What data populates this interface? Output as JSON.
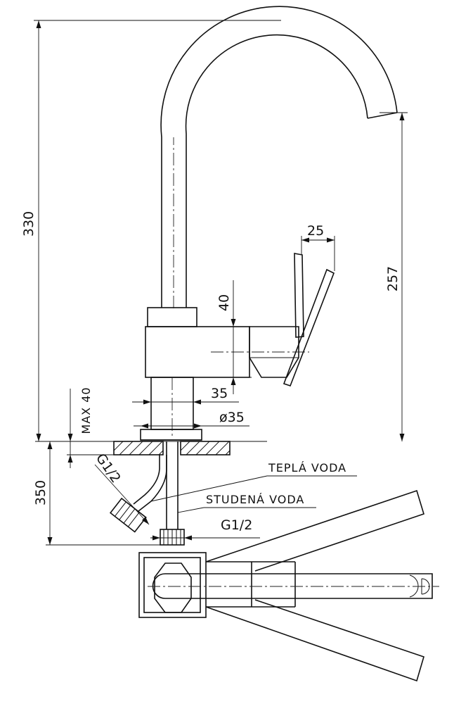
{
  "drawing": {
    "dimensions": {
      "total_height": "330",
      "spout_height": "257",
      "handle_width": "25",
      "body_height": "40",
      "shank_width": "35",
      "base_diameter": "ø35",
      "max_thickness": "MAX 40",
      "hose_length": "350",
      "thread_hot": "G1/2",
      "thread_cold": "G1/2"
    },
    "labels": {
      "hot_water": "TEPLÁ VODA",
      "cold_water": "STUDENÁ VODA"
    }
  }
}
